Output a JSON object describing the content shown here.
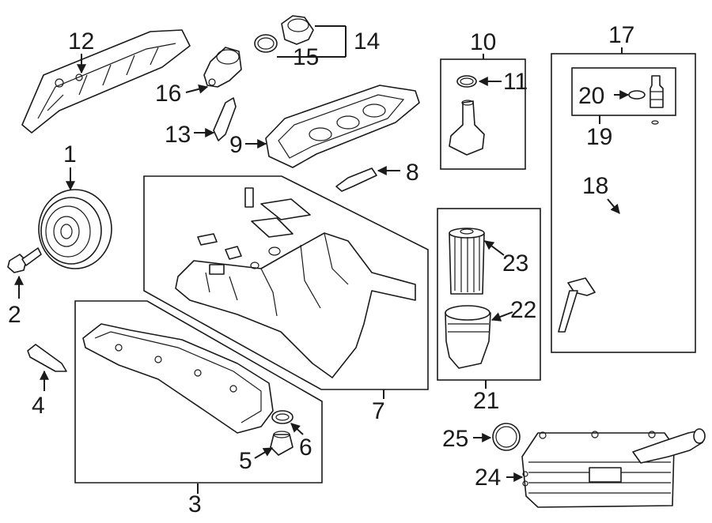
{
  "diagram": {
    "callouts": {
      "c1": "1",
      "c2": "2",
      "c3": "3",
      "c4": "4",
      "c5": "5",
      "c6": "6",
      "c7": "7",
      "c8": "8",
      "c9": "9",
      "c10": "10",
      "c11": "11",
      "c12": "12",
      "c13": "13",
      "c14": "14",
      "c15": "15",
      "c16": "16",
      "c17": "17",
      "c18": "18",
      "c19": "19",
      "c20": "20",
      "c21": "21",
      "c22": "22",
      "c23": "23",
      "c24": "24",
      "c25": "25"
    },
    "colors": {
      "line": "#1a1a1a",
      "background": "#ffffff"
    }
  }
}
